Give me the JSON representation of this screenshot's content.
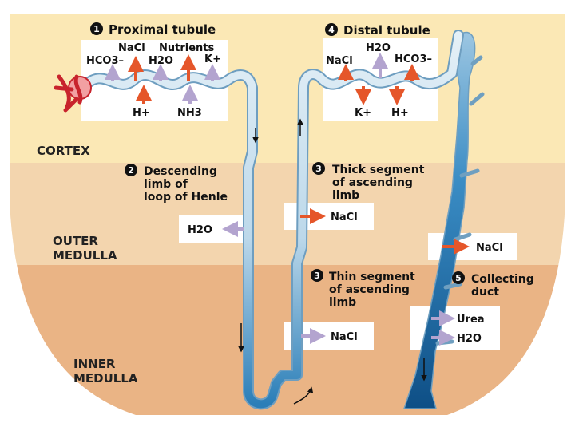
{
  "colors": {
    "cortex": "#FBE8B5",
    "outer_medulla": "#F3D5AE",
    "inner_medulla": "#EAB485",
    "tubule_light": "#D9EAF3",
    "tubule_dark": "#1B6FA6",
    "arrow_orange": "#E5562A",
    "arrow_lavender": "#B3A4CF",
    "glomerulus": "#C8232C"
  },
  "zones": {
    "cortex": "CORTEX",
    "outer_medulla_line1": "OUTER",
    "outer_medulla_line2": "MEDULLA",
    "inner_medulla_line1": "INNER",
    "inner_medulla_line2": "MEDULLA"
  },
  "segments": {
    "s1": {
      "number": "1",
      "title": "Proximal tubule"
    },
    "s2": {
      "number": "2",
      "line1": "Descending",
      "line2": "limb of",
      "line3": "loop of Henle"
    },
    "s3a": {
      "number": "3",
      "line1": "Thick segment",
      "line2": "of ascending",
      "line3": "limb"
    },
    "s3b": {
      "number": "3",
      "line1": "Thin segment",
      "line2": "of ascending",
      "line3": "limb"
    },
    "s4": {
      "number": "4",
      "title": "Distal tubule"
    },
    "s5": {
      "number": "5",
      "line1": "Collecting",
      "line2": "duct"
    }
  },
  "proximal": {
    "nacl": "NaCl",
    "nutrients": "Nutrients",
    "hco3": "HCO3–",
    "h2o": "H2O",
    "k": "K+",
    "h": "H+",
    "nh3": "NH3"
  },
  "distal": {
    "h2o": "H2O",
    "nacl": "NaCl",
    "hco3": "HCO3–",
    "k": "K+",
    "h": "H+"
  },
  "descending": {
    "h2o": "H2O"
  },
  "thick": {
    "nacl": "NaCl"
  },
  "thin": {
    "nacl": "NaCl"
  },
  "collecting": {
    "nacl": "NaCl",
    "urea": "Urea",
    "h2o": "H2O"
  }
}
